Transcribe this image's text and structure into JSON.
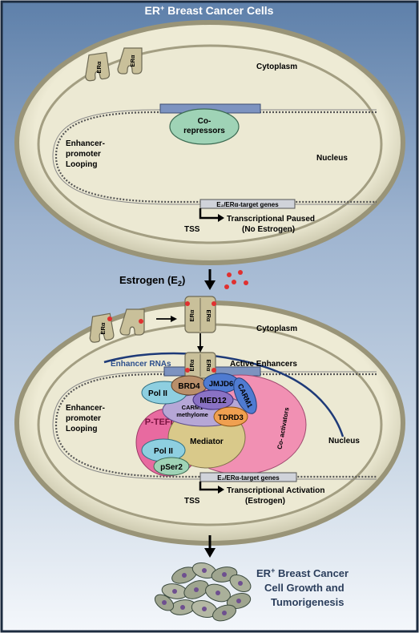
{
  "title": {
    "main": "ER",
    "sup": "+",
    "rest": " Breast Cancer Cells"
  },
  "top_panel": {
    "cytoplasm": "Cytoplasm",
    "nucleus": "Nucleus",
    "er1": "ERα",
    "er2": "ERα",
    "corepressor_line1": "Co-",
    "corepressor_line2": "repressors",
    "looping_line1": "Enhancer-",
    "looping_line2": "promoter",
    "looping_line3": "Looping",
    "target_genes": "E₂/ERα-target genes",
    "state_line1": "Transcriptional Paused",
    "state_line2": "(No Estrogen)",
    "tss": "TSS"
  },
  "estrogen": {
    "label": "Estrogen (E",
    "sub": "2",
    "close": ")"
  },
  "bottom_panel": {
    "cytoplasm": "Cytoplasm",
    "nucleus": "Nucleus",
    "er_free": "ERα",
    "er_dimer_a": "ERα",
    "er_dimer_b": "ERα",
    "er_bound_a": "ERα",
    "er_bound_b": "ERα",
    "enhancer_rnas": "Enhancer RNAs",
    "active_enhancers": "Active Enhancers",
    "looping_line1": "Enhancer-",
    "looping_line2": "promoter",
    "looping_line3": "Looping",
    "pol2_top": "Pol II",
    "brd4": "BRD4",
    "jmjd6": "JMJD6",
    "carm1": "CARM1",
    "med12": "MED12",
    "carm1_methylome_line1": "CARM1",
    "carm1_methylome_line2": "methylome",
    "tdrd3": "TDRD3",
    "ptefb": "P-TEFb",
    "mediator": "Mediator",
    "coactivators_line1": "Co-",
    "coactivators_line2": "activators",
    "pol2_bottom": "Pol II",
    "pser2": "pSer2",
    "target_genes": "E₂/ERα-target genes",
    "state_line1": "Transcriptional Activation",
    "state_line2": "(Estrogen)",
    "tss": "TSS"
  },
  "outcome": {
    "line1_a": "ER",
    "line1_sup": "+",
    "line1_b": " Breast Cancer",
    "line2": "Cell Growth and",
    "line3": "Tumorigenesis"
  },
  "colors": {
    "background_top": "#6f8fb6",
    "background_bottom": "#d7e1ee",
    "cell": "#e9e6d0",
    "er": "#c9c09a",
    "corepressor": "#9fd3b6",
    "estrogen_dot": "#e03030",
    "pol2": "#8ecfe0",
    "brd4": "#b98f6a",
    "jmjd6": "#4f7bd1",
    "med12": "#8a72c4",
    "tdrd3": "#f0a050",
    "ptefb": "#e86aa0",
    "mediator": "#d9c98a",
    "coactivators": "#f190b3"
  }
}
